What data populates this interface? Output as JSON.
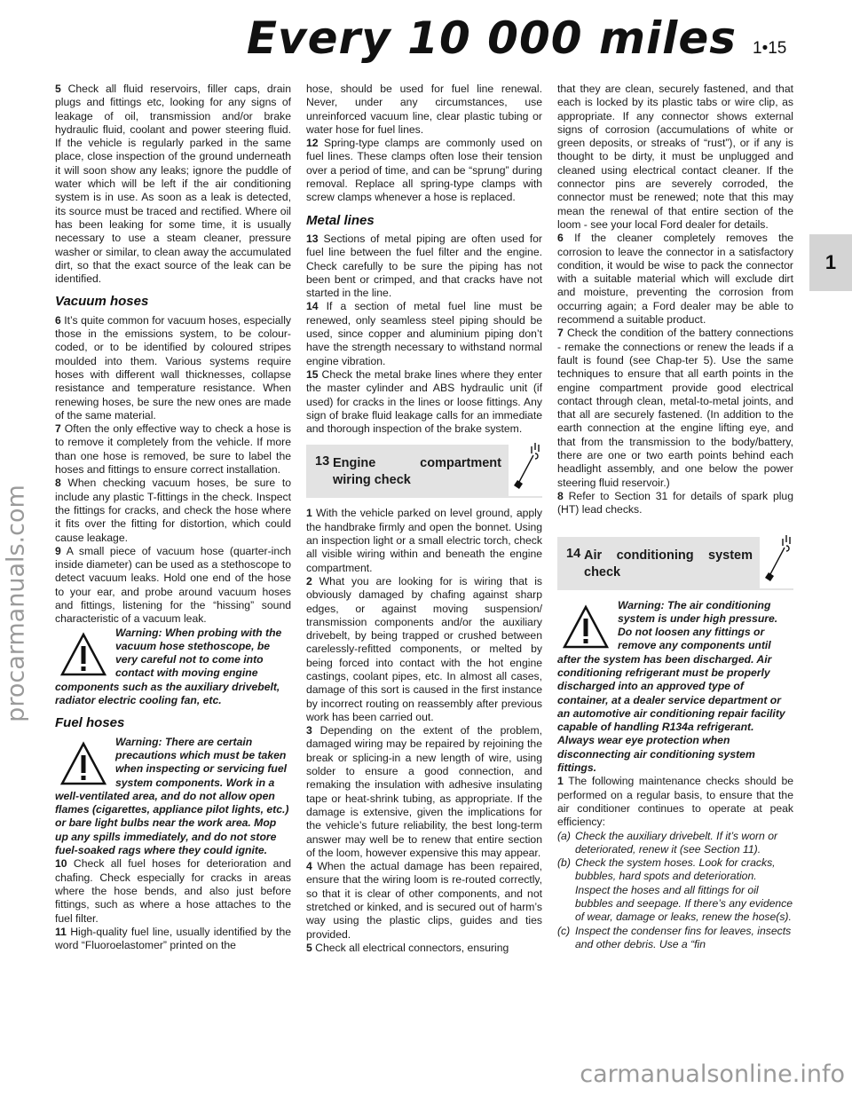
{
  "header": {
    "title": "Every 10 000 miles",
    "page_number": "1•15",
    "chapter_tab": "1"
  },
  "watermarks": {
    "side": "procarmanuals.com",
    "bottom": "carmanualsonline.info"
  },
  "icons": {
    "warning": "warning-triangle-icon",
    "difficulty": "spanner-difficulty-icon"
  },
  "col1": {
    "p5": {
      "num": "5",
      "text": "Check all fluid reservoirs, filler caps, drain plugs and fittings etc, looking for any signs of leakage of oil, transmission and/or brake hydraulic fluid, coolant and power steering fluid. If the vehicle is regularly parked in the same place, close inspection of the ground underneath it will soon show any leaks; ignore the puddle of water which will be left if the air conditioning system is in use. As soon as a leak is detected, its source must be traced and rectified. Where oil has been leaking for some time, it is usually necessary to use a steam cleaner, pressure washer or similar, to clean away the accumulated dirt, so that the exact source of the leak can be identified."
    },
    "h_vacuum": "Vacuum hoses",
    "p6": {
      "num": "6",
      "text": "It’s quite common for vacuum hoses, especially those in the emissions system, to be colour-coded, or to be identified by coloured stripes moulded into them. Various systems require hoses with different wall thicknesses, collapse resistance and temperature resistance. When renewing hoses, be sure the new ones are made of the same material."
    },
    "p7": {
      "num": "7",
      "text": "Often the only effective way to check a hose is to remove it completely from the vehicle. If more than one hose is removed, be sure to label the hoses and fittings to ensure correct installation."
    },
    "p8": {
      "num": "8",
      "text": "When checking vacuum hoses, be sure to include any plastic T-fittings in the check. Inspect the fittings for cracks, and check the hose where it fits over the fitting for distortion, which could cause leakage."
    },
    "p9": {
      "num": "9",
      "text": "A small piece of vacuum hose (quarter-inch inside diameter) can be used as a stethoscope to detect vacuum leaks. Hold one end of the hose to your ear, and probe around vacuum hoses and fittings, listening for the “hissing” sound characteristic of a vacuum leak."
    },
    "warn1": "Warning: When probing with the vacuum hose stethoscope, be very careful not to come into contact with moving engine components such as the auxiliary drivebelt, radiator electric cooling fan, etc.",
    "h_fuel": "Fuel hoses",
    "warn2": "Warning: There are certain precautions which must be taken when inspecting or servicing fuel system components. Work in a well-ventilated area, and do not allow open flames (cigarettes, appliance pilot lights, etc.) or bare light bulbs near the work area. Mop up any spills immediately, and do not store fuel-soaked rags where they could ignite.",
    "p10": {
      "num": "10",
      "text": "Check all fuel hoses for deterioration and chafing. Check especially for cracks in areas where the hose bends, and also just before fittings, such as where a hose attaches to the fuel filter."
    },
    "p11": {
      "num": "11",
      "text": "High-quality fuel line, usually identified by the word “Fluoroelastomer” printed on the"
    }
  },
  "col2": {
    "p_cont": "hose, should be used for fuel line renewal. Never, under any circumstances, use unreinforced vacuum line, clear plastic tubing or water hose for fuel lines.",
    "p12": {
      "num": "12",
      "text": "Spring-type clamps are commonly used on fuel lines. These clamps often lose their tension over a period of time, and can be “sprung” during removal. Replace all spring-type clamps with screw clamps whenever a hose is replaced."
    },
    "h_metal": "Metal lines",
    "p13": {
      "num": "13",
      "text": "Sections of metal piping are often used for fuel line between the fuel filter and the engine. Check carefully to be sure the piping has not been bent or crimped, and that cracks have not started in the line."
    },
    "p14": {
      "num": "14",
      "text": "If a section of metal fuel line must be renewed, only seamless steel piping should be used, since copper and aluminium piping don’t have the strength necessary to withstand normal engine vibration."
    },
    "p15": {
      "num": "15",
      "text": "Check the metal brake lines where they enter the master cylinder and ABS hydraulic unit (if used) for cracks in the lines or loose fittings. Any sign of brake fluid leakage calls for an immediate and thorough inspection of the brake system."
    },
    "section13": {
      "num": "13",
      "title": "Engine compartment wiring check"
    },
    "s1": {
      "num": "1",
      "text": "With the vehicle parked on level ground, apply the handbrake firmly and open the bonnet. Using an inspection light or a small electric torch, check all visible wiring within and beneath the engine compartment."
    },
    "s2": {
      "num": "2",
      "text": "What you are looking for is wiring that is obviously damaged by chafing against sharp edges, or against moving suspension/ transmission components and/or the auxiliary drivebelt, by being trapped or crushed between carelessly-refitted components, or melted by being forced into contact with the hot engine castings, coolant pipes, etc. In almost all cases, damage of this sort is caused in the first instance by incorrect routing on reassembly after previous work has been carried out."
    },
    "s3": {
      "num": "3",
      "text": "Depending on the extent of the problem, damaged wiring may be repaired by rejoining the break or splicing-in a new length of wire, using solder to ensure a good connection, and remaking the insulation with adhesive insulating tape or heat-shrink tubing, as appropriate. If the damage is extensive, given the implications for the vehicle’s future reliability, the best long-term answer may well be to renew that entire section of the loom, however expensive this may appear."
    },
    "s4": {
      "num": "4",
      "text": "When the actual damage has been repaired, ensure that the wiring loom is re-routed correctly, so that it is clear of other components, and not stretched or kinked, and is secured out of harm’s way using the plastic clips, guides and ties provided."
    },
    "s5": {
      "num": "5",
      "text": "Check all electrical connectors, ensuring"
    }
  },
  "col3": {
    "p_cont": "that they are clean, securely fastened, and that each is locked by its plastic tabs or wire clip, as appropriate. If any connector shows external signs of corrosion (accumulations of white or green deposits, or streaks of “rust”), or if any is thought to be dirty, it must be unplugged and cleaned using electrical contact cleaner. If the connector pins are severely corroded, the connector must be renewed; note that this may mean the renewal of that entire section of the loom - see your local Ford dealer for details.",
    "p6": {
      "num": "6",
      "text": "If the cleaner completely removes the corrosion to leave the connector in a satisfactory condition, it would be wise to pack the connector with a suitable material which will exclude dirt and moisture, preventing the corrosion from occurring again; a Ford dealer may be able to recommend a suitable product."
    },
    "p7": {
      "num": "7",
      "text": "Check the condition of the battery connections - remake the connections or renew the leads if a fault is found (see Chap-ter 5). Use the same techniques to ensure that all earth points in the engine compartment provide good electrical contact through clean, metal-to-metal joints, and that all are securely fastened. (In addition to the earth connection at the engine lifting eye, and that from the transmission to the body/battery, there are one or two earth points behind each headlight assembly, and one below the power steering fluid reservoir.)"
    },
    "p8": {
      "num": "8",
      "text": "Refer to Section 31 for details of spark plug (HT) lead checks."
    },
    "section14": {
      "num": "14",
      "title": "Air conditioning system check"
    },
    "warn3": "Warning: The air conditioning system is under high pressure. Do not loosen any fittings or remove any components until after the system has been discharged. Air conditioning refrigerant must be properly discharged into an approved type of container, at a dealer service department or an automotive air conditioning repair facility capable of handling R134a refrigerant. Always wear eye protection when disconnecting air conditioning system fittings.",
    "a1": {
      "num": "1",
      "text": "The following maintenance checks should be performed on a regular basis, to ensure that the air conditioner continues to operate at peak efficiency:"
    },
    "items": [
      {
        "label": "(a)",
        "text": "Check the auxiliary drivebelt. If it’s worn or deteriorated, renew it (see Section 11)."
      },
      {
        "label": "(b)",
        "text": "Check the system hoses. Look for cracks, bubbles, hard spots and deterioration. Inspect the hoses and all fittings for oil bubbles and seepage. If there’s any evidence of wear, damage or leaks, renew the hose(s)."
      },
      {
        "label": "(c)",
        "text": "Inspect the condenser fins for leaves, insects and other debris. Use a “fin"
      }
    ]
  }
}
